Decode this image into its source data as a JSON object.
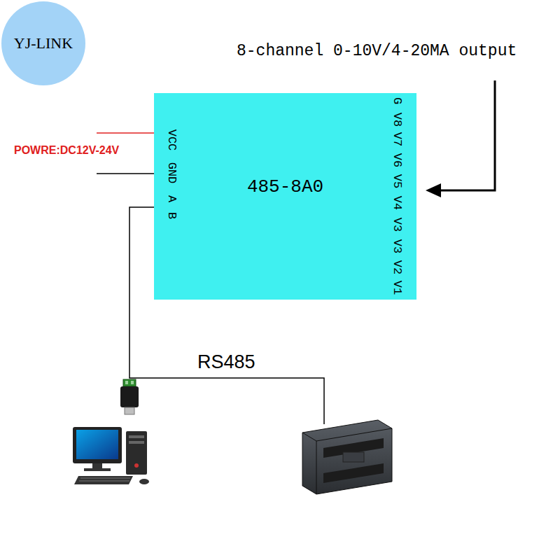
{
  "diagram": {
    "nodes": [
      {
        "text": [
          "YJ-LINK"
        ]
      },
      {
        "text": [
          "485-8A0"
        ]
      }
    ],
    "labels": [
      "8-channel 0-10V/4-20MA output",
      "POWRE:DC12V-24V",
      "VCC",
      "GND",
      "A",
      "B",
      "G",
      "V8",
      "V7",
      "V6",
      "V5",
      "V4",
      "V3",
      "V3",
      "V2",
      "V1",
      "RS485"
    ]
  }
}
